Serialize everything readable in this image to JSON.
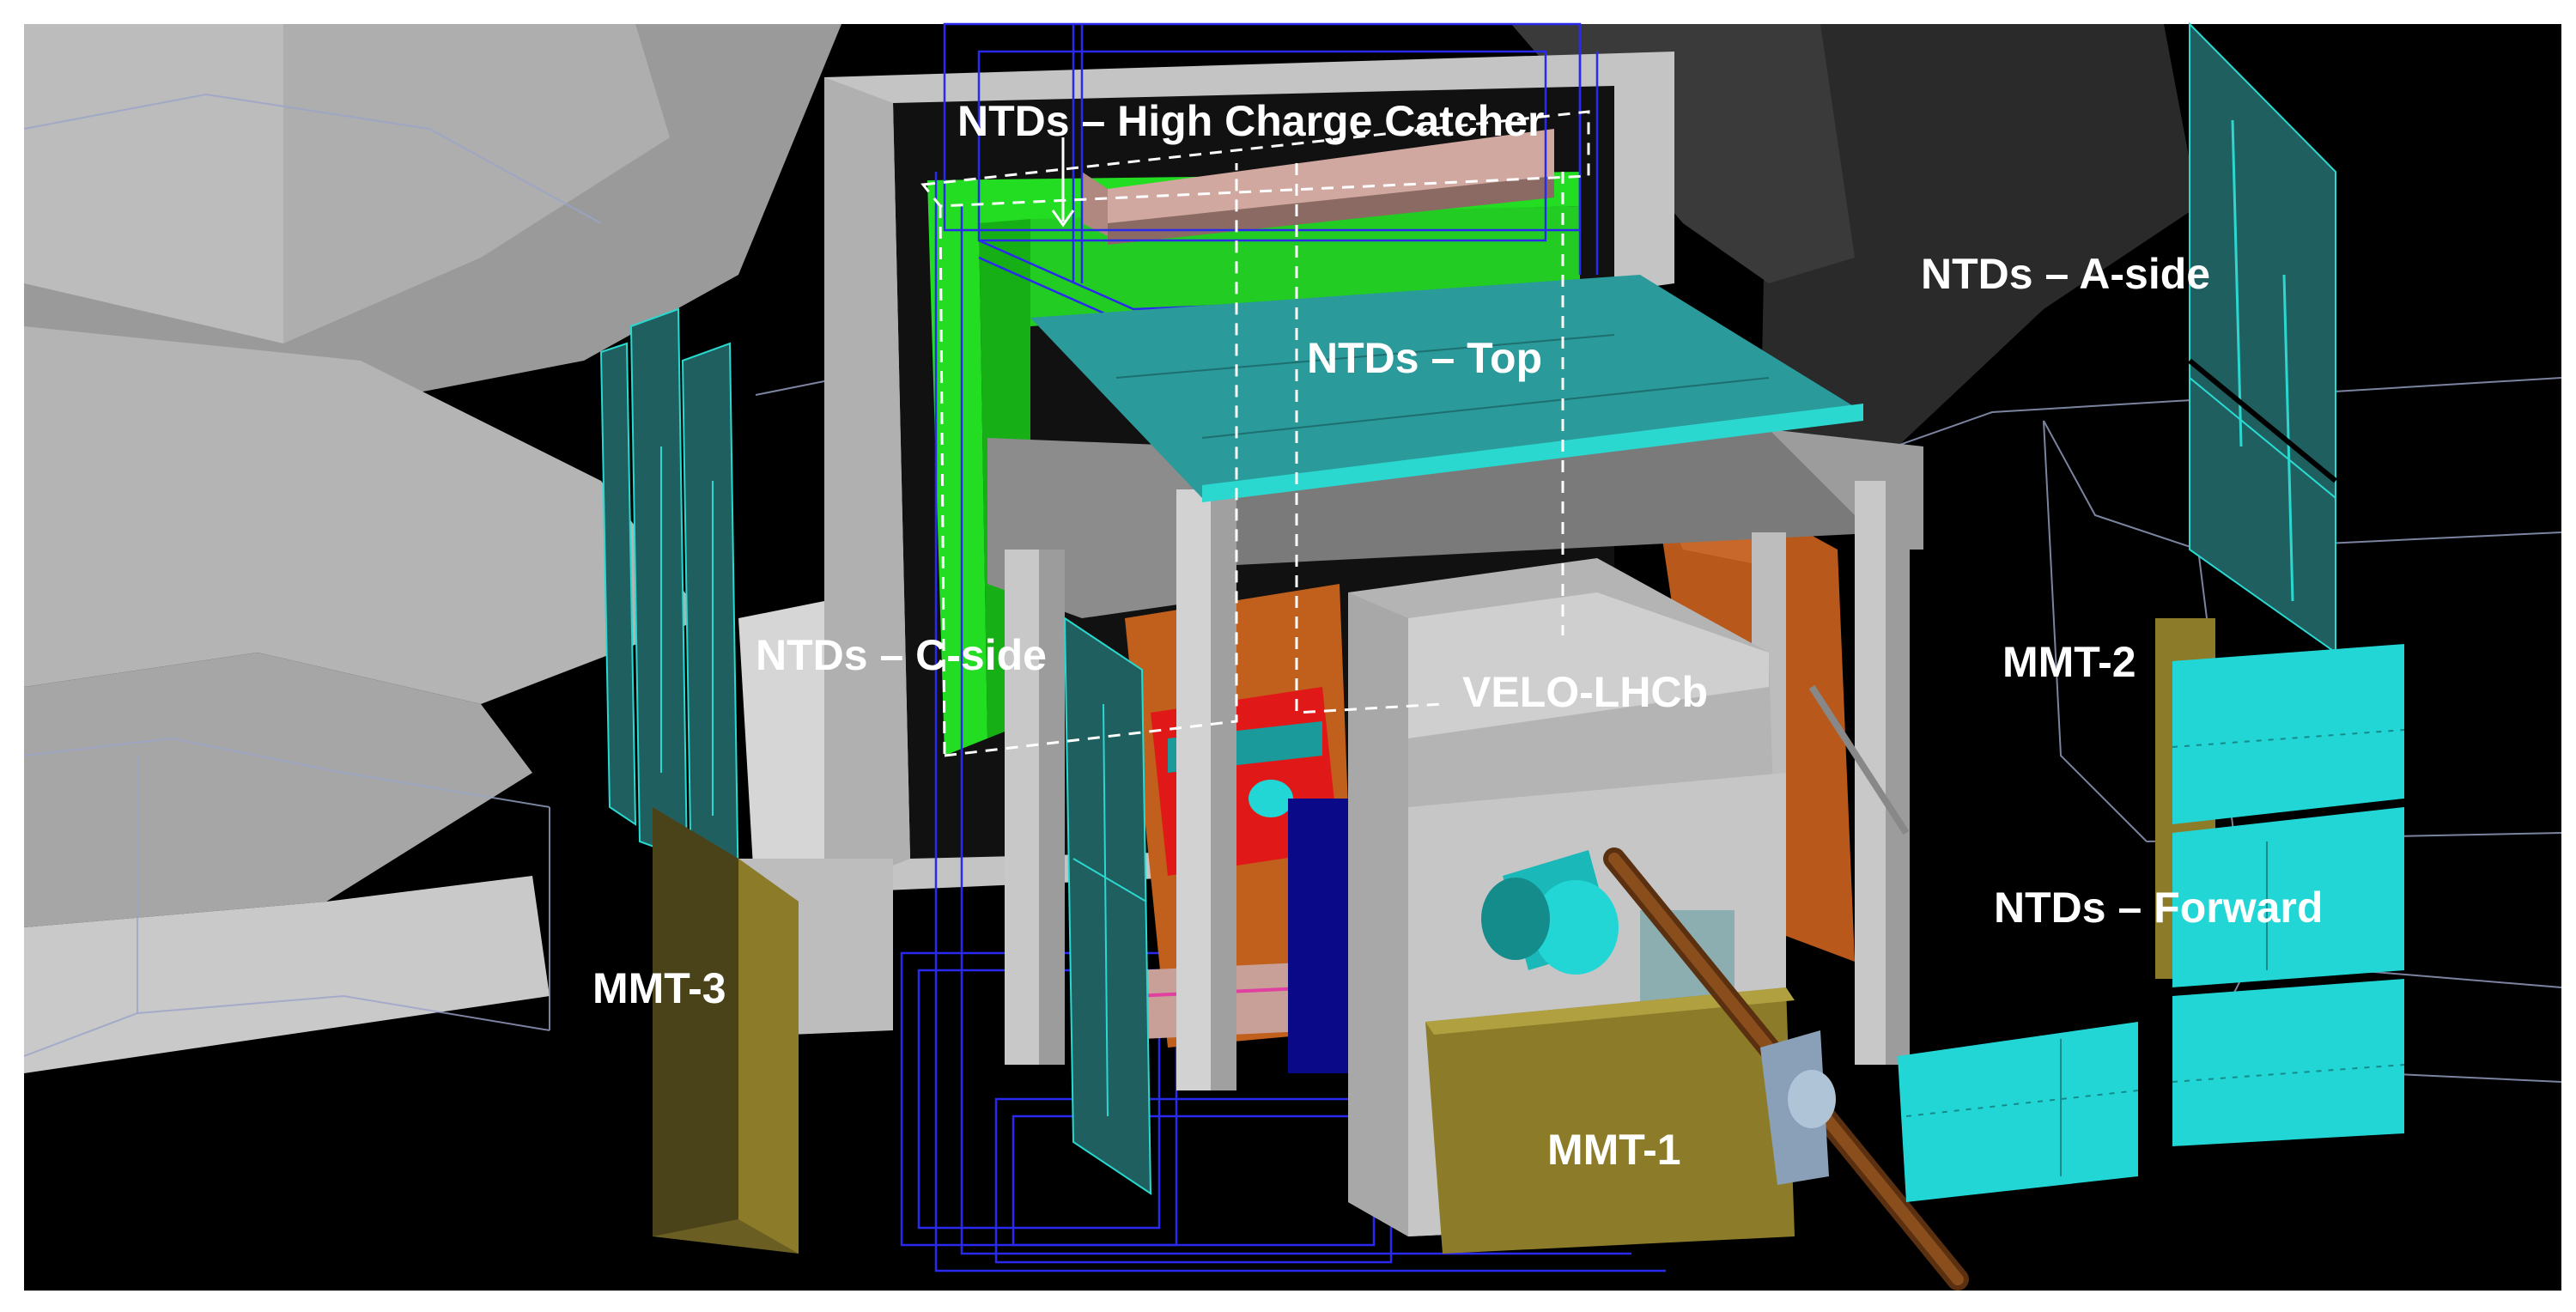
{
  "labels": {
    "high_charge_catcher": "NTDs – High Charge Catcher",
    "a_side": "NTDs – A-side",
    "top": "NTDs – Top",
    "c_side": "NTDs – C-side",
    "velo_lhcb": "VELO-LHCb",
    "mmt_2": "MMT-2",
    "forward": "NTDs – Forward",
    "mmt_3": "MMT-3",
    "mmt_1": "MMT-1"
  },
  "colors": {
    "background": "#000000",
    "frame": "#ffffff",
    "cavern_wall": "#b4b4b4",
    "support_structure": "#c8c8c8",
    "detector_panel": "#1f5f5f",
    "detector_edge": "#2ad8d0",
    "forward_panel": "#22d6d6",
    "mmt_box": "#8c7c2a",
    "green_catcher": "#22dd22",
    "wireframe": "#2a2aee",
    "copper": "#c0601c",
    "red_part": "#e01818",
    "dark_blue_block": "#0a0a88",
    "beam_pipe": "#7a4418",
    "label_text": "#ffffff"
  }
}
